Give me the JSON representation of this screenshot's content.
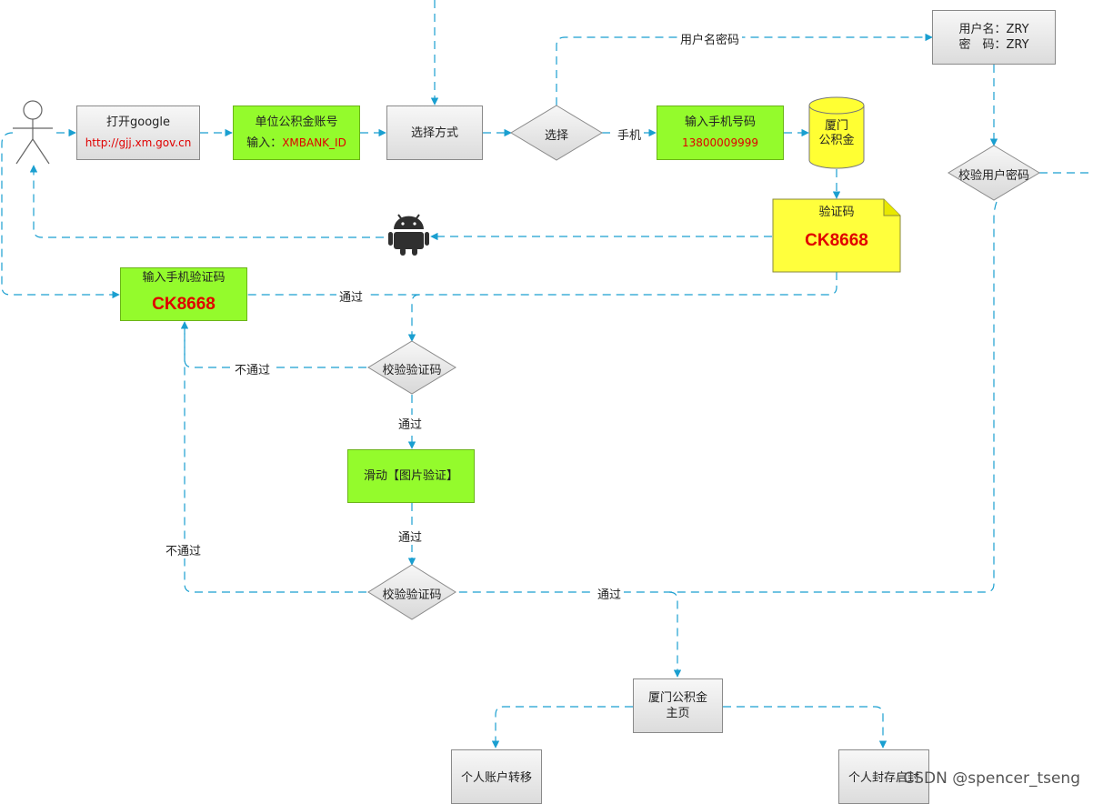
{
  "nodes": {
    "open_google": {
      "title": "打开google",
      "url": "http://gjj.xm.gov.cn"
    },
    "unit_account": {
      "title": "单位公积金账号",
      "input_prefix": "输入：",
      "input_value": "XMBANK_ID"
    },
    "choose_method": {
      "title": "选择方式"
    },
    "select_diamond": {
      "title": "选择"
    },
    "phone_input": {
      "title": "输入手机号码",
      "value": "13800009999"
    },
    "xiamen_db": {
      "line1": "厦门",
      "line2": "公积金"
    },
    "credentials": {
      "line1": "用户名：ZRY",
      "line2": "密　码：ZRY"
    },
    "verify_user_pwd": {
      "title": "校验用户密码"
    },
    "sms_code_note": {
      "title": "验证码",
      "code": "CK8668"
    },
    "enter_sms_code": {
      "title": "输入手机验证码",
      "code": "CK8668"
    },
    "verify_code_1": {
      "title": "校验验证码"
    },
    "slide_captcha": {
      "title": "滑动【图片验证】"
    },
    "verify_code_2": {
      "title": "校验验证码"
    },
    "homepage": {
      "line1": "厦门公积金",
      "line2": "主页"
    },
    "account_transfer": {
      "title": "个人账户转移"
    },
    "seal_unseal": {
      "title": "个人封存启封"
    }
  },
  "edge_labels": {
    "username_password": "用户名密码",
    "phone": "手机",
    "pass_1": "通过",
    "fail_1": "不通过",
    "pass_2": "通过",
    "pass_3": "通过",
    "fail_2": "不通过",
    "pass_4": "通过"
  },
  "watermark": "CSDN @spencer_tseng",
  "colors": {
    "connector": "#1a9fd0",
    "green_box": "#94fb2c",
    "note_yellow": "#ffff3c",
    "db_yellow": "#ffff33",
    "red_text": "#e00000"
  },
  "icons": [
    "user-actor-icon",
    "android-icon"
  ]
}
